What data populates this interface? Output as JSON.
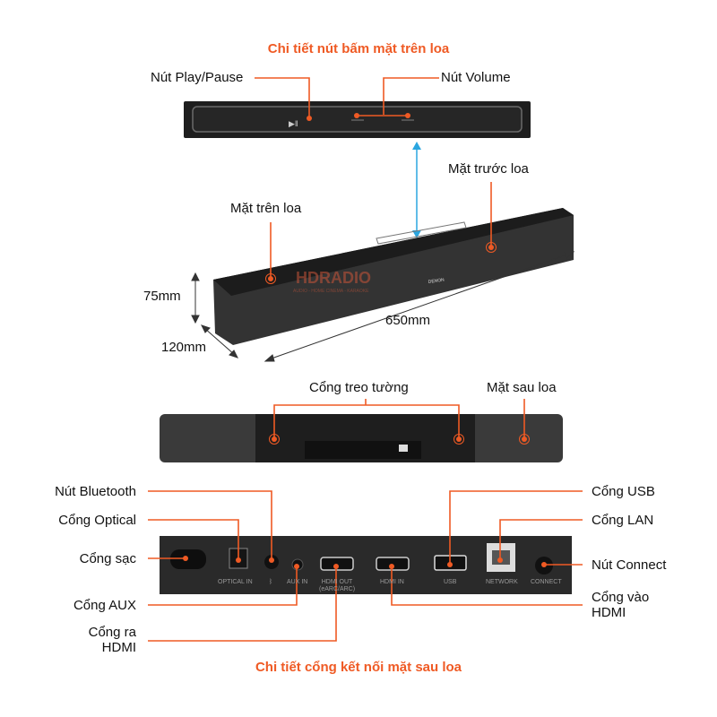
{
  "top_section": {
    "title": "Chi tiết nút bấm mặt trên loa",
    "play_pause_label": "Nút Play/Pause",
    "volume_label": "Nút Volume"
  },
  "front_view": {
    "front_label": "Mặt trước loa",
    "top_label": "Mặt trên loa",
    "height_dim": "75mm",
    "depth_dim": "120mm",
    "width_dim": "650mm",
    "brand_badge": "DENON",
    "watermark": "HDRADIO",
    "watermark_sub": "AUDIO - HOME CINEMA - KARAOKE"
  },
  "back_view": {
    "wall_mount_label": "Cổng treo tường",
    "back_label": "Mặt sau loa"
  },
  "ports": {
    "bluetooth_label": "Nút Bluetooth",
    "optical_label": "Cổng Optical",
    "power_label": "Cổng sạc",
    "aux_label": "Cổng AUX",
    "hdmi_out_label_1": "Cổng ra",
    "hdmi_out_label_2": "HDMI",
    "usb_label": "Cổng USB",
    "lan_label": "Cổng LAN",
    "connect_label": "Nút Connect",
    "hdmi_in_label_1": "Cổng vào",
    "hdmi_in_label_2": "HDMI",
    "panel": {
      "optical_in": "OPTICAL IN",
      "bluetooth_icon": "bluetooth-icon",
      "aux_in": "AUX IN",
      "hdmi_out": "HDMI OUT",
      "hdmi_out_sub": "(eARC/ARC)",
      "hdmi_in": "HDMI IN",
      "usb": "USB",
      "network": "NETWORK",
      "connect": "CONNECT"
    },
    "bottom_title": "Chi tiết cổng kết nối mặt sau loa"
  },
  "colors": {
    "accent": "#ef5a24",
    "arrow_blue": "#2aa6e0",
    "device": "#2b2b2b"
  }
}
